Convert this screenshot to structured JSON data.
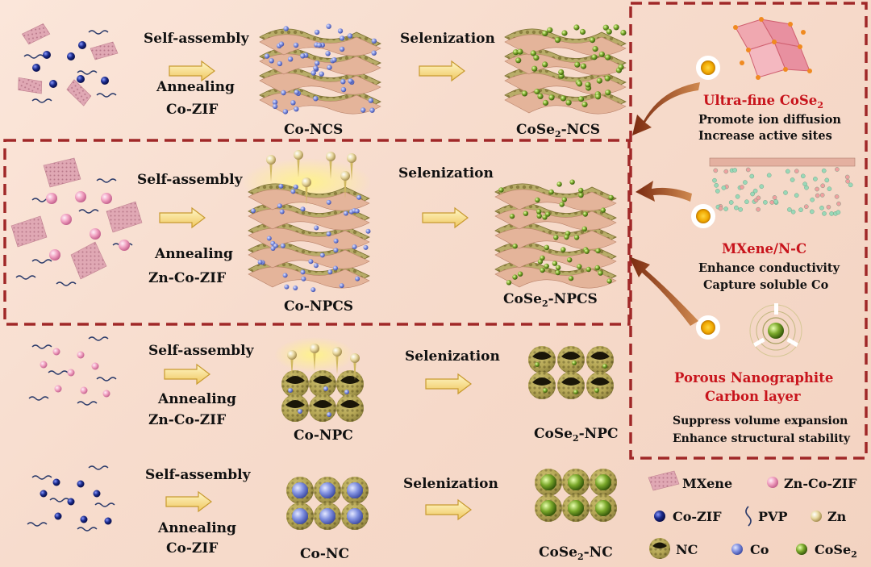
{
  "rows": [
    {
      "id": "row1",
      "step1_top": "Self-assembly",
      "step1_bottom": "Annealing",
      "precursor": "Co-ZIF",
      "intermediate": "Co-NCS",
      "step2": "Selenization",
      "product_main": "CoSe",
      "product_sub": "2",
      "product_suffix": "-NCS"
    },
    {
      "id": "row2",
      "step1_top": "Self-assembly",
      "step1_bottom": "Annealing",
      "precursor": "Zn-Co-ZIF",
      "intermediate": "Co-NPCS",
      "step2": "Selenization",
      "product_main": "CoSe",
      "product_sub": "2",
      "product_suffix": "-NPCS"
    },
    {
      "id": "row3",
      "step1_top": "Self-assembly",
      "step1_bottom": "Annealing",
      "precursor": "Zn-Co-ZIF",
      "intermediate": "Co-NPC",
      "step2": "Selenization",
      "product_main": "CoSe",
      "product_sub": "2",
      "product_suffix": "-NPC"
    },
    {
      "id": "row4",
      "step1_top": "Self-assembly",
      "step1_bottom": "Annealing",
      "precursor": "Co-ZIF",
      "intermediate": "Co-NC",
      "step2": "Selenization",
      "product_main": "CoSe",
      "product_sub": "2",
      "product_suffix": "-NC"
    }
  ],
  "features": [
    {
      "title": "Ultra-fine CoSe",
      "title_sub": "2",
      "lines": [
        "Promote ion diffusion",
        "Increase active sites"
      ]
    },
    {
      "title": "MXene/N-C",
      "title_sub": "",
      "lines": [
        "Enhance conductivity",
        "Capture soluble Co"
      ]
    },
    {
      "title": "Porous Nanographite",
      "title2": "Carbon layer",
      "lines": [
        "Suppress volume expansion",
        "Enhance structural stability"
      ]
    }
  ],
  "legend": {
    "mxene": "MXene",
    "zncozif": "Zn-Co-ZIF",
    "cozif": "Co-ZIF",
    "pvp": "PVP",
    "zn": "Zn",
    "nc": "NC",
    "co": "Co",
    "cose2_main": "CoSe",
    "cose2_sub": "2"
  },
  "colors": {
    "mxene": "#d99aa8",
    "zncozif": "#f0a0c0",
    "cozif": "#1a2a8a",
    "pvp": "#2a3a6a",
    "zn": "#e8d8a0",
    "co": "#8090e0",
    "cose2": "#7aa82a",
    "carbon": "#b0a050",
    "frame": "#a02828",
    "accent_red": "#c8141c"
  }
}
